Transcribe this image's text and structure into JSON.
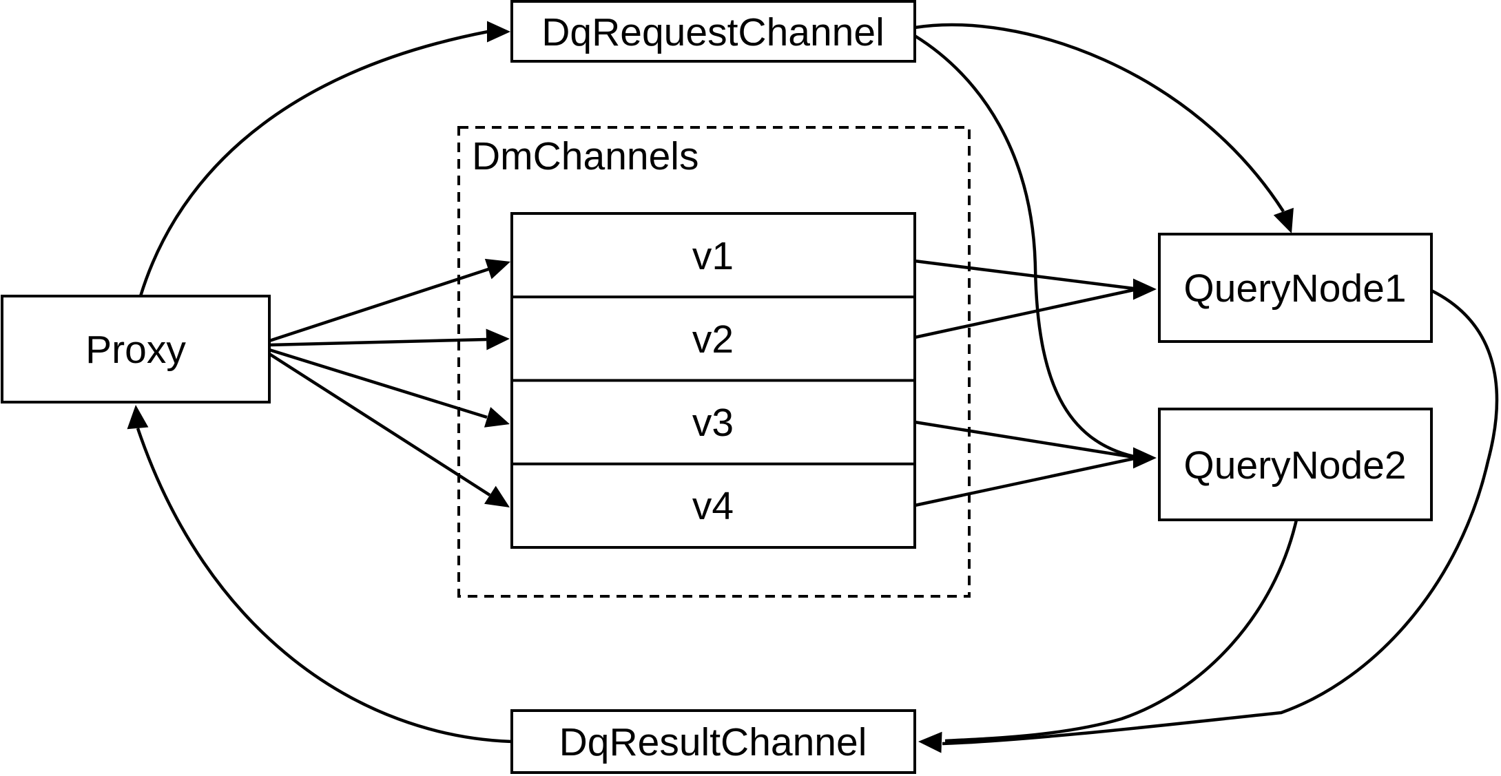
{
  "diagram": {
    "type": "flow-diagram",
    "colors": {
      "background": "#ffffff",
      "line": "#000000",
      "box_fill": "#ffffff",
      "text": "#000000"
    },
    "nodes": {
      "dq_request_channel": {
        "label": "DqRequestChannel"
      },
      "dm_channels": {
        "label": "DmChannels"
      },
      "v1": {
        "label": "v1"
      },
      "v2": {
        "label": "v2"
      },
      "v3": {
        "label": "v3"
      },
      "v4": {
        "label": "v4"
      },
      "proxy": {
        "label": "Proxy"
      },
      "query_node_1": {
        "label": "QueryNode1"
      },
      "query_node_2": {
        "label": "QueryNode2"
      },
      "dq_result_channel": {
        "label": "DqResultChannel"
      }
    },
    "groups": {
      "dm_channels": {
        "members": [
          "v1",
          "v2",
          "v3",
          "v4"
        ]
      }
    },
    "edges": [
      {
        "from": "proxy",
        "to": "dq_request_channel"
      },
      {
        "from": "dq_request_channel",
        "to": "query_node_1"
      },
      {
        "from": "dq_request_channel",
        "to": "query_node_2"
      },
      {
        "from": "proxy",
        "to": "v1"
      },
      {
        "from": "proxy",
        "to": "v2"
      },
      {
        "from": "proxy",
        "to": "v3"
      },
      {
        "from": "proxy",
        "to": "v4"
      },
      {
        "from": "v1",
        "to": "query_node_1"
      },
      {
        "from": "v2",
        "to": "query_node_1"
      },
      {
        "from": "v3",
        "to": "query_node_2"
      },
      {
        "from": "v4",
        "to": "query_node_2"
      },
      {
        "from": "query_node_1",
        "to": "dq_result_channel"
      },
      {
        "from": "query_node_2",
        "to": "dq_result_channel"
      },
      {
        "from": "dq_result_channel",
        "to": "proxy"
      }
    ]
  }
}
